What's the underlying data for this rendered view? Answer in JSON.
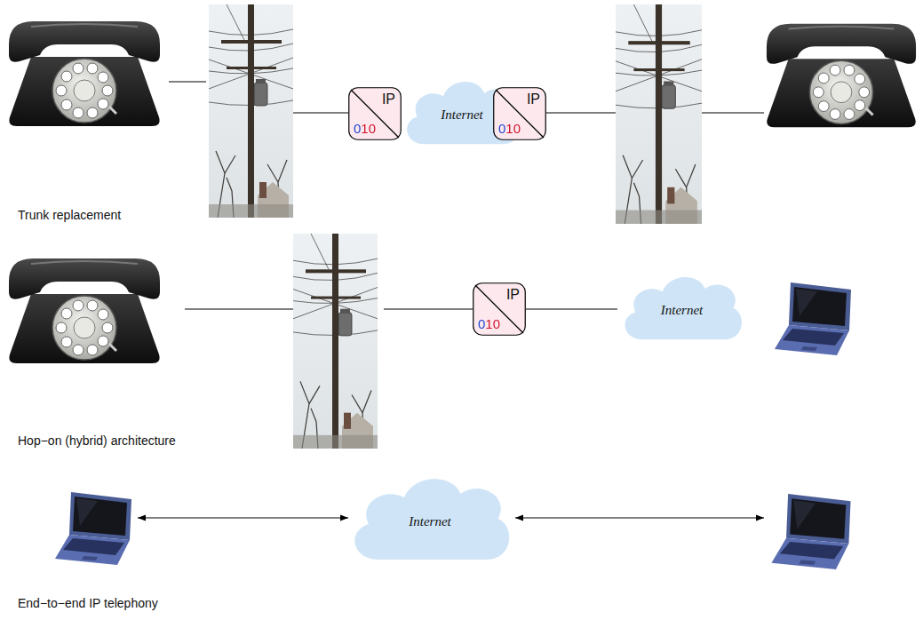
{
  "diagram": {
    "nodes": [
      {
        "text": [
          "IP",
          "010"
        ]
      },
      {
        "text": [
          "Internet"
        ]
      },
      {
        "text": [
          "IP",
          "010"
        ]
      },
      {
        "text": [
          "IP",
          "010"
        ]
      },
      {
        "text": [
          "Internet"
        ]
      },
      {
        "text": [
          "Internet"
        ]
      }
    ],
    "edges": [
      {
        "from": 3,
        "to": 4,
        "arrow": "none"
      }
    ],
    "labels": [
      "Trunk replacement",
      "Hop−on (hybrid) architecture",
      "End−to−end IP telephony"
    ]
  }
}
